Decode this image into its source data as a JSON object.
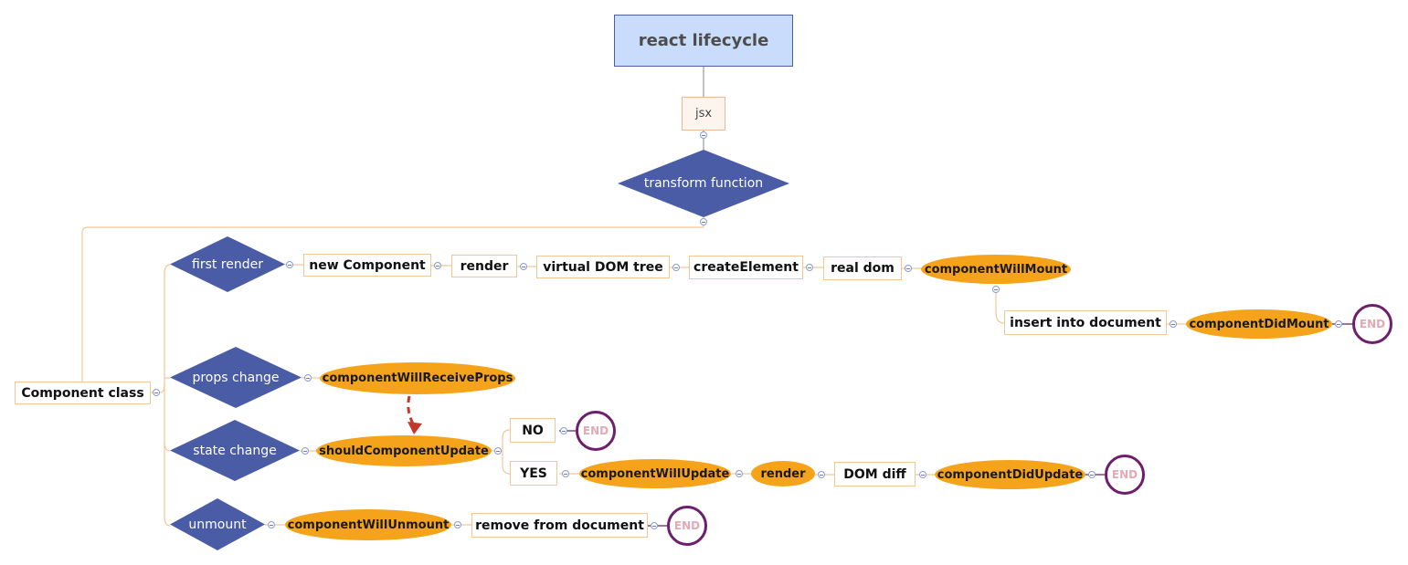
{
  "diagram": {
    "title": "react  lifecycle",
    "jsx": "jsx",
    "transform": "transform function",
    "component_class": "Component  class",
    "branches": {
      "first_render": {
        "label": "first render",
        "steps": [
          "new Component",
          "render",
          "virtual  DOM tree",
          "createElement",
          "real dom"
        ],
        "will_mount": "componentWillMount",
        "insert": "insert  into document",
        "did_mount": "componentDidMount",
        "end": "END"
      },
      "props_change": {
        "label": "props change",
        "will_receive": "componentWillReceiveProps"
      },
      "state_change": {
        "label": "state change",
        "should_update": "shouldComponentUpdate",
        "no": "NO",
        "no_end": "END",
        "yes": "YES",
        "will_update": "componentWillUpdate",
        "render": "render",
        "dom_diff": "DOM diff",
        "did_update": "componentDidUpdate",
        "yes_end": "END"
      },
      "unmount": {
        "label": "unmount",
        "will_unmount": "componentWillUnmount",
        "remove": "remove from document",
        "end": "END"
      }
    },
    "colors": {
      "title_fill": "#c9dcfb",
      "diamond_fill": "#4a5ca6",
      "ellipse_fill": "#f5a31a",
      "connector": "#f2c796",
      "end_ring": "#6d1f6b",
      "arrow": "#c0392b"
    }
  }
}
